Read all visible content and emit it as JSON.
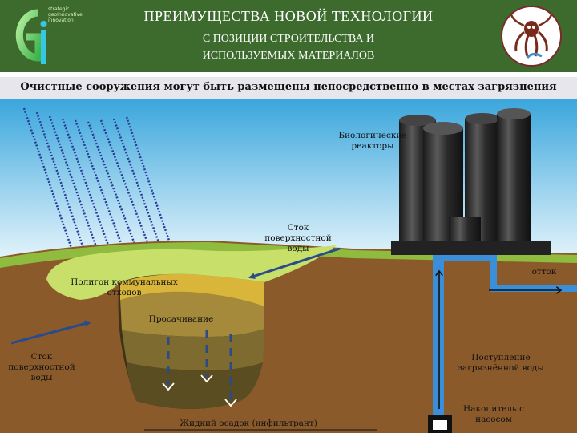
{
  "header": {
    "title": "ПРЕИМУЩЕСТВА  НОВОЙ  ТЕХНОЛОГИИ",
    "subtitle_line1": "С  ПОЗИЦИИ  СТРОИТЕЛЬСТВА  И",
    "subtitle_line2": "ИСПОЛЬЗУЕМЫХ   МАТЕРИАЛОВ",
    "logo_text": "strategic geoInnovative innovation"
  },
  "banner": {
    "text": "Очистные сооружения могут быть размещены непосредственно в местах загрязнения"
  },
  "diagram": {
    "labels": {
      "bio_reactors_1": "Биологические",
      "bio_reactors_2": "реакторы",
      "runoff_top_1": "Сток",
      "runoff_top_2": "поверхностной",
      "runoff_top_3": "воды",
      "outflow": "отток",
      "landfill_1": "Полигон коммунальных",
      "landfill_2": "отходов",
      "seepage": "Просачивание",
      "runoff_left_1": "Сток",
      "runoff_left_2": "поверхностной",
      "runoff_left_3": "воды",
      "inflow_1": "Поступление",
      "inflow_2": "загрязнённой воды",
      "sediment": "Жидкий осадок (инфильтрант)",
      "storage_1": "Накопитель с",
      "storage_2": "насосом"
    }
  },
  "colors": {
    "header_bg": "#3d6b2e",
    "sky_top": "#3aa6dc",
    "sky_bottom": "#d4eef8",
    "soil": "#8b5a2b",
    "grass": "#8fbc3f",
    "landfill_top": "#c8e06a",
    "landfill_layer1": "#d9b63a",
    "landfill_layer2": "#a48a3a",
    "landfill_layer3": "#6e5d2a",
    "arrow_blue": "#2a4a8a",
    "pipe_blue": "#3b8ed8",
    "rain_blue": "#2a3a9a"
  },
  "icons": {
    "logo": "gi-logo-icon",
    "mascot": "octopus-mascot-icon"
  }
}
